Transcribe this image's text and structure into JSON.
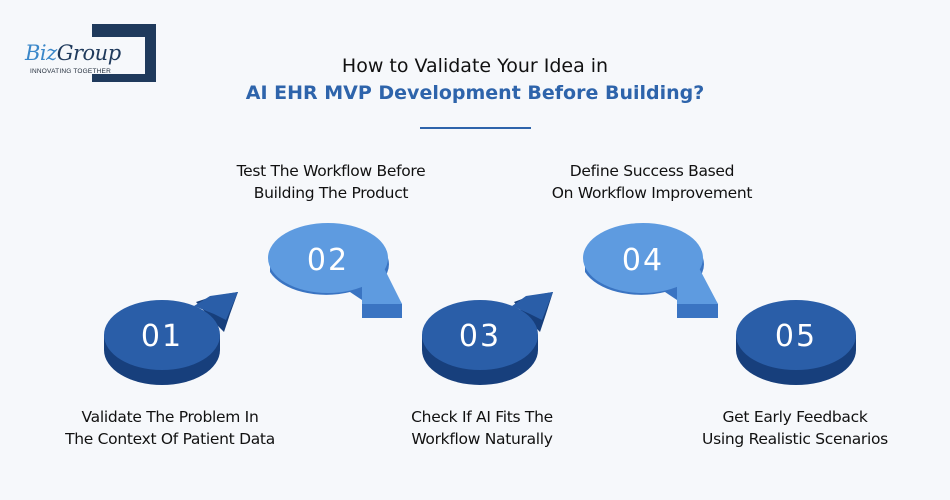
{
  "logo": {
    "brand_part1": "Biz",
    "brand_part2": "Group",
    "tagline": "INNOVATING TOGETHER"
  },
  "title": {
    "line1": "How to Validate Your Idea in",
    "line2": "AI EHR MVP Development Before Building?"
  },
  "colors": {
    "background": "#f6f8fb",
    "dark_blue_top": "#2a5ea8",
    "dark_blue_side": "#173f7c",
    "light_blue_top": "#5e9be0",
    "light_blue_side": "#3a74c2",
    "title_accent": "#2e64ab",
    "logo_navy": "#1f3a5c"
  },
  "steps": [
    {
      "number": "01",
      "tone": "dark",
      "arrow": "up-right",
      "label_position": "below",
      "label_lines": [
        "Validate The Problem In",
        "The Context Of Patient Data"
      ]
    },
    {
      "number": "02",
      "tone": "light",
      "arrow": "down-right",
      "label_position": "above",
      "label_lines": [
        "Test The Workflow Before",
        "Building The Product"
      ]
    },
    {
      "number": "03",
      "tone": "dark",
      "arrow": "up-right",
      "label_position": "below",
      "label_lines": [
        "Check If AI Fits The",
        "Workflow Naturally"
      ]
    },
    {
      "number": "04",
      "tone": "light",
      "arrow": "down-right",
      "label_position": "above",
      "label_lines": [
        "Define Success Based",
        "On Workflow Improvement"
      ]
    },
    {
      "number": "05",
      "tone": "dark",
      "arrow": "none",
      "label_position": "below",
      "label_lines": [
        "Get Early Feedback",
        "Using Realistic Scenarios"
      ]
    }
  ]
}
